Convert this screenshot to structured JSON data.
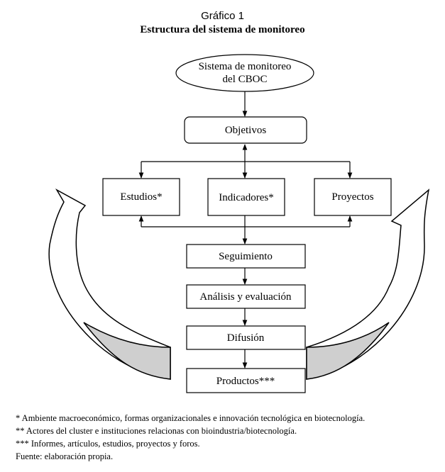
{
  "header": {
    "figure_label": "Gráfico 1",
    "title": "Estructura del sistema de monitoreo"
  },
  "nodes": {
    "system_line1": "Sistema de monitoreo",
    "system_line2": "del CBOC",
    "objectives": "Objetivos",
    "studies": "Estudios*",
    "indicators": "Indicadores*",
    "projects": "Proyectos",
    "follow_up": "Seguimiento",
    "analysis": "Análisis y evaluación",
    "diffusion": "Difusión",
    "products": "Productos***"
  },
  "footnotes": {
    "note1": "* Ambiente macroeconómico, formas organizacionales e innovación tecnológica en biotecnología.",
    "note2": "** Actores del cluster e instituciones relacionas con bioindustria/biotecnología.",
    "note3": "*** Informes, artículos, estudios, proyectos y foros.",
    "source": "Fuente: elaboración propia."
  }
}
